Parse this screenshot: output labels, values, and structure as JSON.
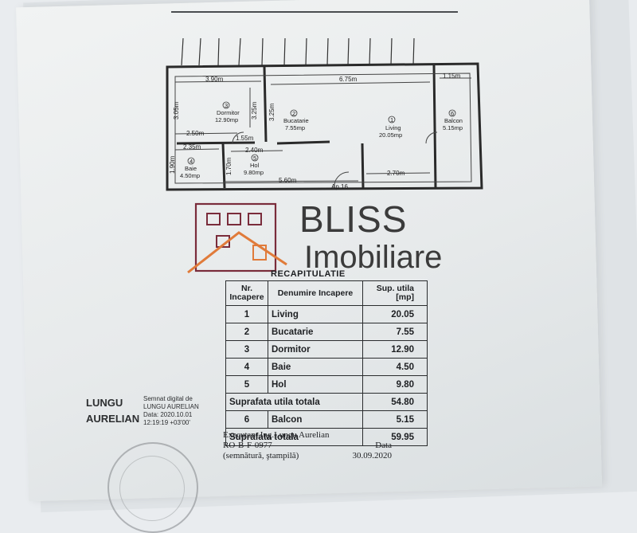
{
  "plan": {
    "rooms": [
      {
        "num": "3",
        "name": "Dormitor",
        "area": "12.90mp"
      },
      {
        "num": "2",
        "name": "Bucatarie",
        "area": "7.55mp"
      },
      {
        "num": "1",
        "name": "Living",
        "area": "20.05mp"
      },
      {
        "num": "6",
        "name": "Balcon",
        "area": "5.15mp"
      },
      {
        "num": "4",
        "name": "Baie",
        "area": "4.50mp"
      },
      {
        "num": "5",
        "name": "Hol",
        "area": "9.80mp"
      }
    ],
    "dims": {
      "d_3_90": "3.90m",
      "d_6_75": "6.75m",
      "d_1_15": "1.15m",
      "d_3_05": "3.05m",
      "d_3_25a": "3.25m",
      "d_3_25b": "3.25m",
      "d_2_50": "2.50m",
      "d_1_55": "1.55m",
      "d_2_35": "2.35m",
      "d_2_40": "2.40m",
      "d_1_90": "1.90m",
      "d_1_70": "1.70m",
      "d_2_70": "2.70m",
      "d_5_60": "5.60m"
    },
    "apartment": "Ap.16"
  },
  "logo": {
    "brand": "BLISS",
    "sub": "Imobiliare",
    "colors": {
      "roof": "#e07b3a",
      "house": "#7a2c3b"
    }
  },
  "recap": {
    "title": "RECAPITULATIE",
    "headers": [
      "Nr. Incapere",
      "Denumire Incapere",
      "Sup. utila [mp]"
    ],
    "rows": [
      {
        "nr": "1",
        "name": "Living",
        "area": "20.05"
      },
      {
        "nr": "2",
        "name": "Bucatarie",
        "area": "7.55"
      },
      {
        "nr": "3",
        "name": "Dormitor",
        "area": "12.90"
      },
      {
        "nr": "4",
        "name": "Baie",
        "area": "4.50"
      },
      {
        "nr": "5",
        "name": "Hol",
        "area": "9.80"
      }
    ],
    "useful_total_label": "Suprafata utila totala",
    "useful_total": "54.80",
    "balcony": {
      "nr": "6",
      "name": "Balcon",
      "area": "5.15"
    },
    "total_label": "Suprafata totala",
    "total": "59.95"
  },
  "executant": {
    "line1": "Executant,Ing.Lungu Aurelian",
    "line2": "RO-B-F-0977",
    "date_label": "Data",
    "line3": "(semnătură, ştampilă)",
    "date": "30.09.2020"
  },
  "signature": {
    "first": "LUNGU",
    "last": "AURELIAN",
    "meta1": "Semnat digital de",
    "meta2": "LUNGU AURELIAN",
    "meta3": "Data: 2020.10.01",
    "meta4": "12:19:19 +03'00'"
  }
}
